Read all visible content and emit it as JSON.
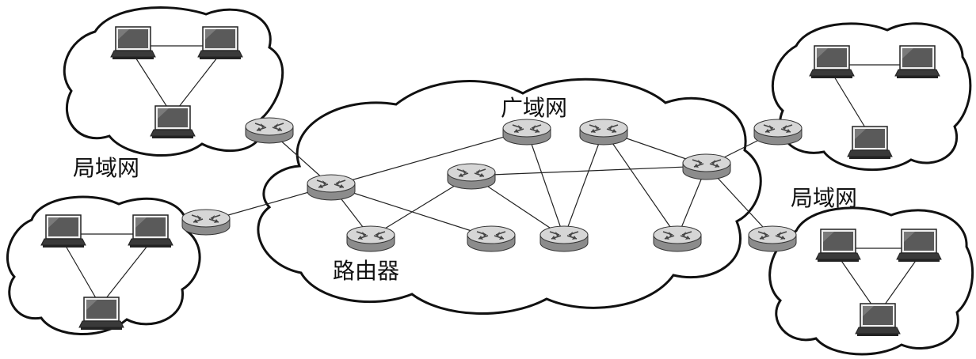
{
  "labels": {
    "wan": "广域网",
    "lan_left": "局域网",
    "lan_right": "局域网",
    "router": "路由器"
  },
  "colors": {
    "line": "#222222",
    "router_top": "#d8d8d8",
    "router_side": "#8c8c8c",
    "laptop_screen": "#5a5a5a",
    "laptop_base": "#3a3a3a"
  },
  "icons": {
    "router": "router-icon",
    "computer": "laptop-icon"
  }
}
